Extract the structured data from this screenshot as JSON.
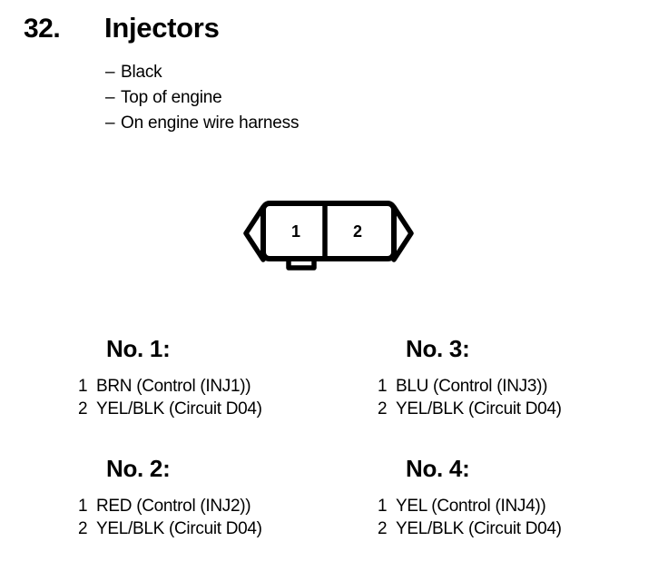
{
  "header": {
    "number": "32.",
    "title": "Injectors",
    "notes": [
      {
        "dash": "–",
        "text": "Black"
      },
      {
        "dash": "–",
        "text": "Top of engine"
      },
      {
        "dash": "–",
        "text": "On engine wire harness"
      }
    ]
  },
  "connector": {
    "cavity_labels": [
      "1",
      "2"
    ],
    "cavity_count": 2,
    "outline_color": "#000000",
    "fill_color": "#ffffff"
  },
  "pin_sections": [
    {
      "title": "No. 1:",
      "pins": [
        {
          "index": "1",
          "desc": "BRN (Control (INJ1))"
        },
        {
          "index": "2",
          "desc": "YEL/BLK (Circuit D04)"
        }
      ]
    },
    {
      "title": "No. 3:",
      "pins": [
        {
          "index": "1",
          "desc": "BLU (Control (INJ3))"
        },
        {
          "index": "2",
          "desc": "YEL/BLK (Circuit D04)"
        }
      ]
    },
    {
      "title": "No. 2:",
      "pins": [
        {
          "index": "1",
          "desc": "RED (Control (INJ2))"
        },
        {
          "index": "2",
          "desc": "YEL/BLK (Circuit D04)"
        }
      ]
    },
    {
      "title": "No. 4:",
      "pins": [
        {
          "index": "1",
          "desc": "YEL (Control (INJ4))"
        },
        {
          "index": "2",
          "desc": "YEL/BLK (Circuit D04)"
        }
      ]
    }
  ]
}
